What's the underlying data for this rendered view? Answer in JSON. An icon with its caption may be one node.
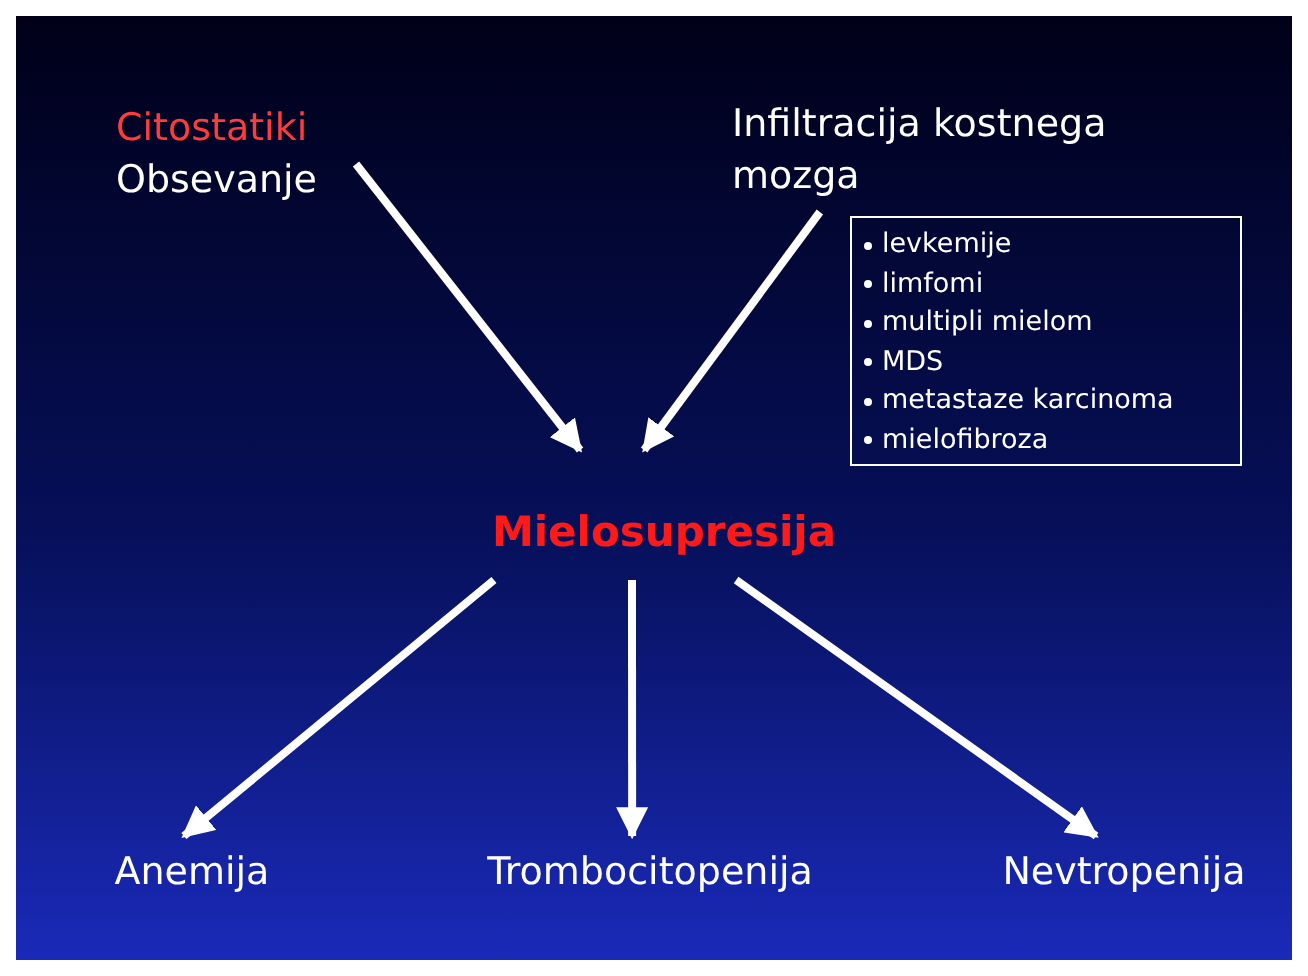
{
  "diagram": {
    "nodes": [
      {
        "text": [
          "Citostatiki",
          "Obsevanje"
        ]
      },
      {
        "text": [
          "Infiltracija kostnega mozga"
        ]
      },
      {
        "text": [
          "levkemije",
          "limfomi",
          "multipli mielom",
          "MDS",
          "metastaze karcinoma",
          "mielofibroza"
        ]
      },
      {
        "text": [
          "Mielosupresija"
        ]
      },
      {
        "text": [
          "Anemija"
        ]
      },
      {
        "text": [
          "Trombocitopenija"
        ]
      },
      {
        "text": [
          "Nevtropenija"
        ]
      }
    ],
    "edges": [
      {
        "from": 0,
        "to": 3,
        "arrow": "to"
      },
      {
        "from": 1,
        "to": 3,
        "arrow": "to"
      },
      {
        "from": 3,
        "to": 4,
        "arrow": "to"
      },
      {
        "from": 3,
        "to": 5,
        "arrow": "to"
      },
      {
        "from": 3,
        "to": 6,
        "arrow": "to"
      }
    ]
  }
}
